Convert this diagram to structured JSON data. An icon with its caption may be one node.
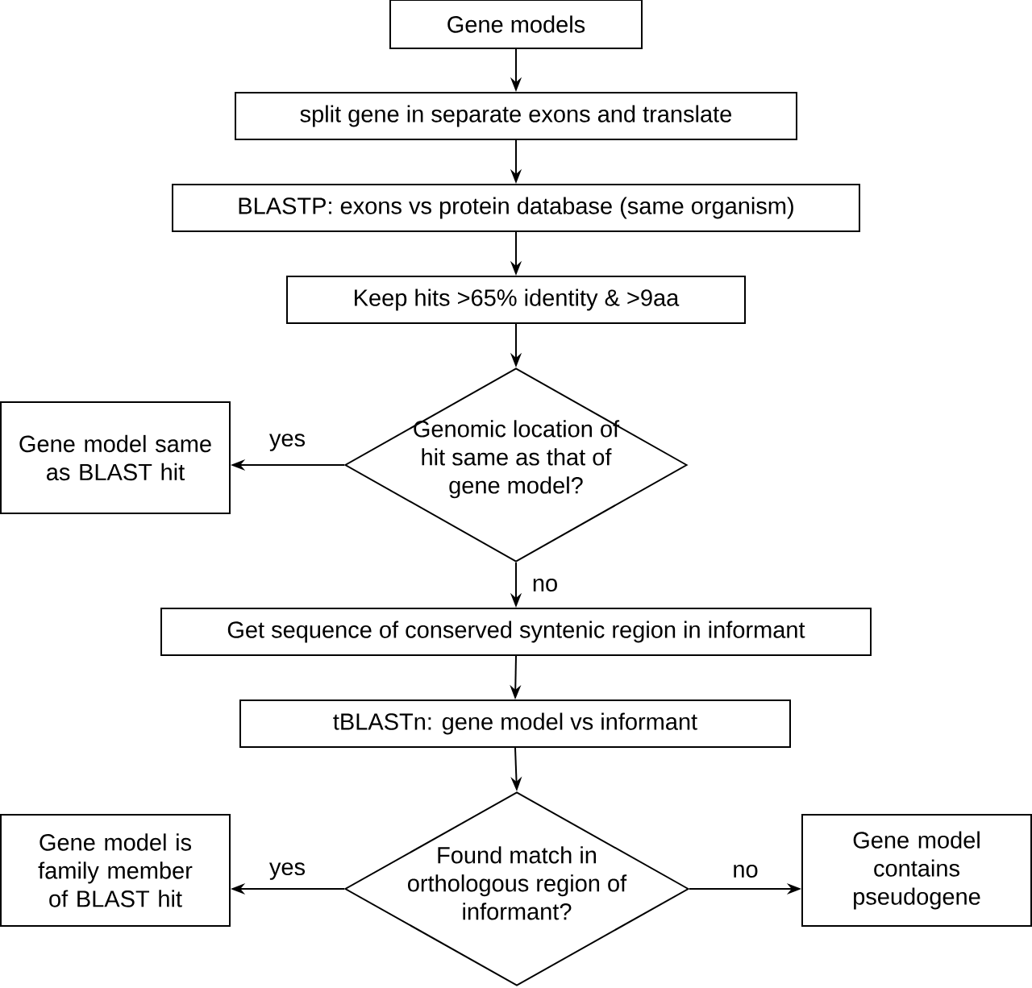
{
  "diagram": {
    "nodes": [
      {
        "text": [
          "Gene models"
        ]
      },
      {
        "text": [
          "split gene in separate exons and translate"
        ]
      },
      {
        "text": [
          "BLASTP: exons vs protein database (same organism)"
        ]
      },
      {
        "text": [
          "Keep hits >65% identity & >9aa"
        ]
      },
      {
        "text": [
          "Genomic location of hit same as that of gene model?"
        ]
      },
      {
        "text": [
          "Gene model same as BLAST hit"
        ]
      },
      {
        "text": [
          "Get sequence of conserved syntenic region in informant"
        ]
      },
      {
        "text": [
          "tBLASTn: gene model vs informant"
        ]
      },
      {
        "text": [
          "Found match in orthologous region of informant?"
        ]
      },
      {
        "text": [
          "Gene model is family member of BLAST hit"
        ]
      },
      {
        "text": [
          "Gene model contains pseudogene"
        ]
      }
    ],
    "edges": [
      {
        "from": 0,
        "to": 1,
        "arrow": "to"
      },
      {
        "from": 1,
        "to": 2,
        "arrow": "to"
      },
      {
        "from": 2,
        "to": 3,
        "arrow": "to"
      },
      {
        "from": 3,
        "to": 4,
        "arrow": "to"
      },
      {
        "from": 4,
        "to": 5,
        "arrow": "to",
        "label": "yes"
      },
      {
        "from": 4,
        "to": 6,
        "arrow": "to",
        "label": "no"
      },
      {
        "from": 6,
        "to": 7,
        "arrow": "to"
      },
      {
        "from": 7,
        "to": 8,
        "arrow": "to"
      },
      {
        "from": 8,
        "to": 9,
        "arrow": "to",
        "label": "yes"
      },
      {
        "from": 8,
        "to": 10,
        "arrow": "to",
        "label": "no"
      }
    ]
  }
}
